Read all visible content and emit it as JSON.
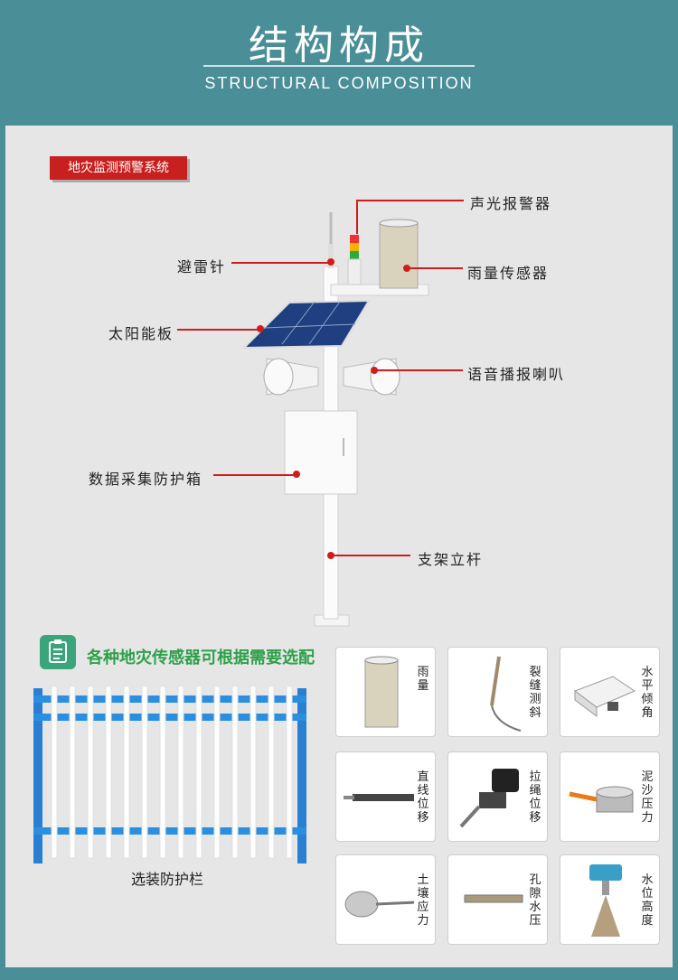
{
  "header": {
    "title": "结构构成",
    "subtitle": "STRUCTURAL COMPOSITION"
  },
  "badge": "地灾监测预警系统",
  "callouts": {
    "alarm": "声光报警器",
    "rain_sensor": "雨量传感器",
    "lightning_rod": "避雷针",
    "solar_panel": "太阳能板",
    "speaker": "语音播报喇叭",
    "data_box": "数据采集防护箱",
    "pole": "支架立杆"
  },
  "sensors_section": {
    "title": "各种地灾传感器可根据需要选配",
    "fence_label": "选装防护栏",
    "cards": [
      {
        "label": "雨量",
        "icon": "rain-gauge-icon"
      },
      {
        "label": "裂缝测斜",
        "icon": "crack-meter-icon"
      },
      {
        "label": "水平倾角",
        "icon": "inclinometer-icon"
      },
      {
        "label": "直线位移",
        "icon": "linear-displacement-icon"
      },
      {
        "label": "拉绳位移",
        "icon": "draw-wire-icon"
      },
      {
        "label": "泥沙压力",
        "icon": "pressure-cell-icon"
      },
      {
        "label": "土壤应力",
        "icon": "soil-stress-icon"
      },
      {
        "label": "孔隙水压",
        "icon": "piezometer-icon"
      },
      {
        "label": "水位高度",
        "icon": "radar-level-icon"
      }
    ]
  },
  "colors": {
    "header_bg": "#4a8e98",
    "panel_bg": "#e6e6e6",
    "badge_red": "#c8201f",
    "leader_red": "#d11c1c",
    "accent_green": "#2ea04a"
  }
}
